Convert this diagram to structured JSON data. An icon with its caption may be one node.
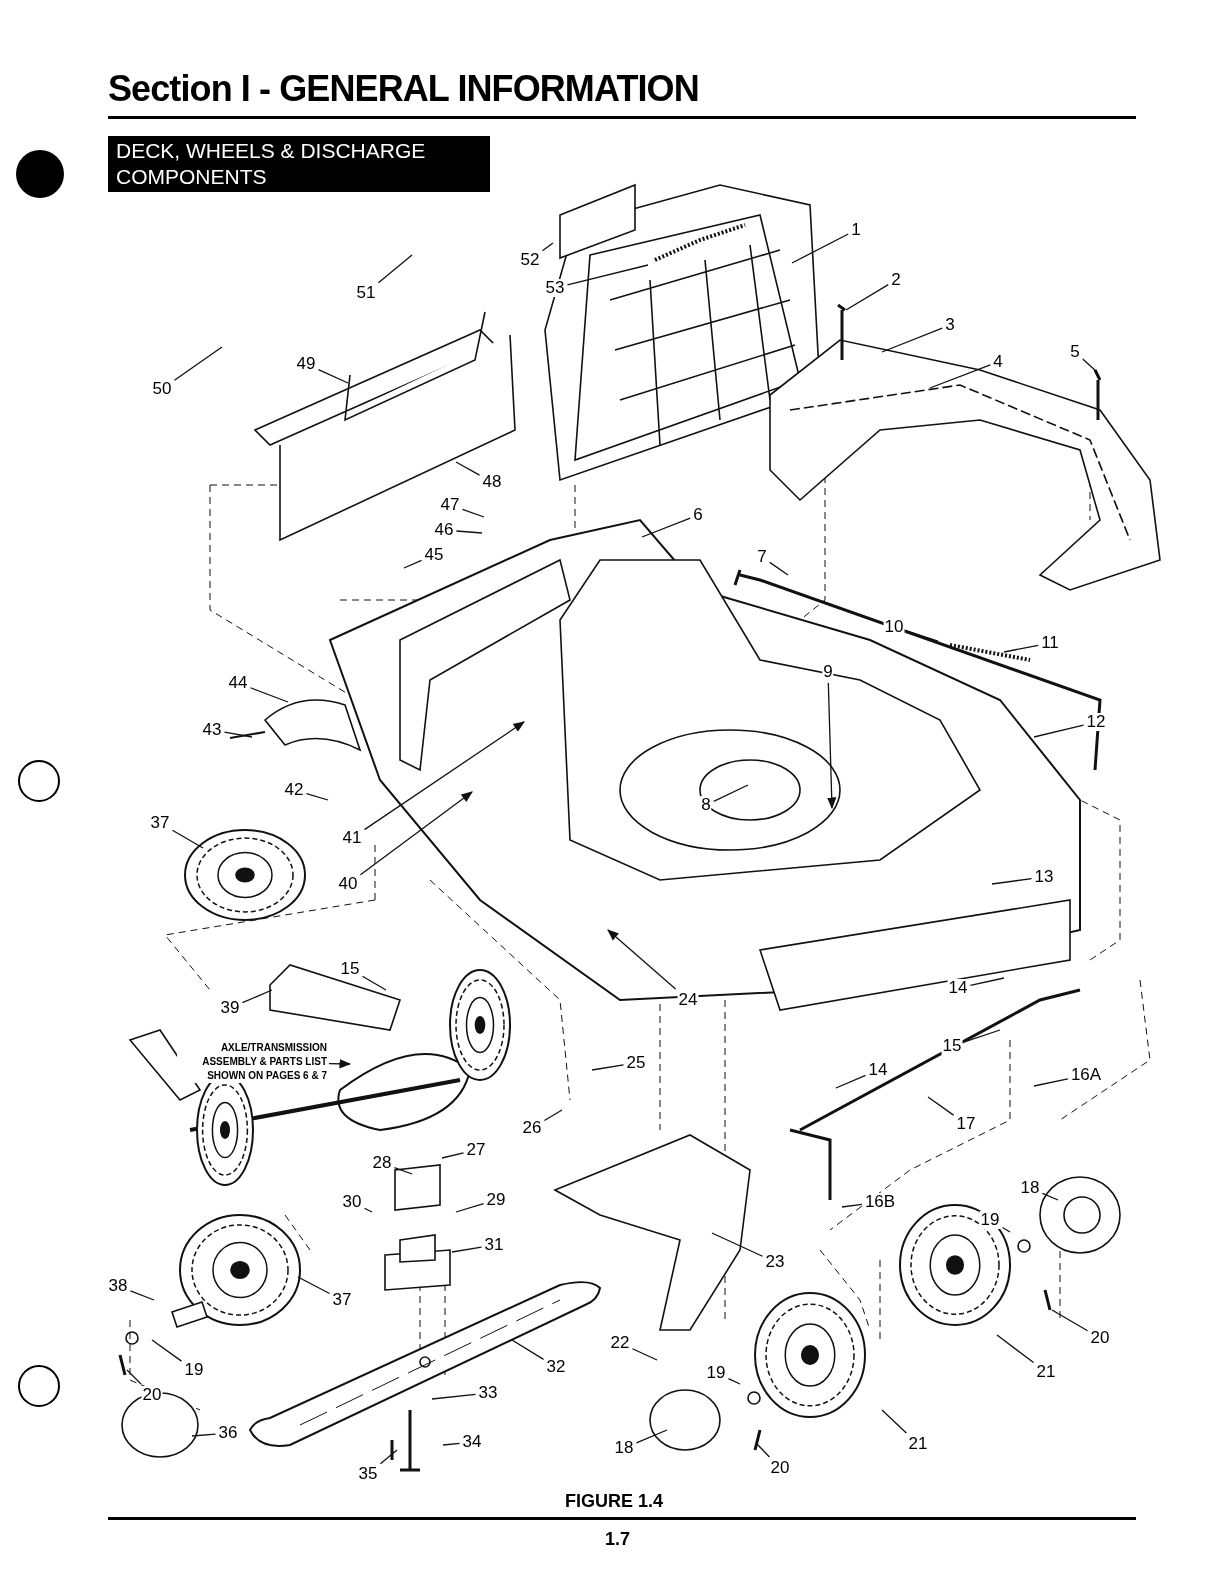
{
  "diagram": {
    "title": "Section I - GENERAL INFORMATION",
    "caption": "FIGURE 1.4",
    "nodes": [
      {
        "text": [
          "1"
        ]
      },
      {
        "text": [
          "52"
        ]
      },
      {
        "text": [
          "53"
        ]
      },
      {
        "text": [
          "51"
        ]
      },
      {
        "text": [
          "2"
        ]
      },
      {
        "text": [
          "3"
        ]
      },
      {
        "text": [
          "5"
        ]
      },
      {
        "text": [
          "4"
        ]
      },
      {
        "text": [
          "50"
        ]
      },
      {
        "text": [
          "49"
        ]
      },
      {
        "text": [
          "48"
        ]
      },
      {
        "text": [
          "47"
        ]
      },
      {
        "text": [
          "6"
        ]
      },
      {
        "text": [
          "46"
        ]
      },
      {
        "text": [
          "45"
        ]
      },
      {
        "text": [
          "7"
        ]
      },
      {
        "text": [
          "10"
        ]
      },
      {
        "text": [
          "11"
        ]
      },
      {
        "text": [
          "9"
        ]
      },
      {
        "text": [
          "44"
        ]
      },
      {
        "text": [
          "43"
        ]
      },
      {
        "text": [
          "12"
        ]
      },
      {
        "text": [
          "42"
        ]
      },
      {
        "text": [
          "8"
        ]
      },
      {
        "text": [
          "37"
        ]
      },
      {
        "text": [
          "41"
        ]
      },
      {
        "text": [
          "40"
        ]
      },
      {
        "text": [
          "13"
        ]
      },
      {
        "text": [
          "15"
        ]
      },
      {
        "text": [
          "24"
        ]
      },
      {
        "text": [
          "39"
        ]
      },
      {
        "text": [
          "14"
        ]
      },
      {
        "text": [
          "15"
        ]
      },
      {
        "text": [
          "AXLE/TRANSMISSION ASSEMBLY & PARTS LIST SHOWN ON PAGES 6 & 7"
        ]
      },
      {
        "text": [
          "25"
        ]
      },
      {
        "text": [
          "14"
        ]
      },
      {
        "text": [
          "16A"
        ]
      },
      {
        "text": [
          "26"
        ]
      },
      {
        "text": [
          "17"
        ]
      },
      {
        "text": [
          "27"
        ]
      },
      {
        "text": [
          "28"
        ]
      },
      {
        "text": [
          "29"
        ]
      },
      {
        "text": [
          "30"
        ]
      },
      {
        "text": [
          "18"
        ]
      },
      {
        "text": [
          "16B"
        ]
      },
      {
        "text": [
          "31"
        ]
      },
      {
        "text": [
          "19"
        ]
      },
      {
        "text": [
          "23"
        ]
      },
      {
        "text": [
          "37"
        ]
      },
      {
        "text": [
          "38"
        ]
      },
      {
        "text": [
          "20"
        ]
      },
      {
        "text": [
          "21"
        ]
      },
      {
        "text": [
          "32"
        ]
      },
      {
        "text": [
          "22"
        ]
      },
      {
        "text": [
          "19"
        ]
      },
      {
        "text": [
          "19"
        ]
      },
      {
        "text": [
          "20"
        ]
      },
      {
        "text": [
          "33"
        ]
      },
      {
        "text": [
          "36"
        ]
      },
      {
        "text": [
          "34"
        ]
      },
      {
        "text": [
          "18"
        ]
      },
      {
        "text": [
          "21"
        ]
      },
      {
        "text": [
          "35"
        ]
      },
      {
        "text": [
          "20"
        ]
      }
    ],
    "edges": [
      {
        "from": 0,
        "to": null,
        "arrow": "none"
      },
      {
        "from": 1,
        "to": null,
        "arrow": "none"
      },
      {
        "from": 2,
        "to": null,
        "arrow": "none"
      },
      {
        "from": 3,
        "to": null,
        "arrow": "none"
      },
      {
        "from": 4,
        "to": null,
        "arrow": "none"
      },
      {
        "from": 5,
        "to": null,
        "arrow": "none"
      },
      {
        "from": 6,
        "to": null,
        "arrow": "none"
      },
      {
        "from": 7,
        "to": null,
        "arrow": "none"
      },
      {
        "from": 8,
        "to": null,
        "arrow": "none"
      },
      {
        "from": 9,
        "to": null,
        "arrow": "none"
      },
      {
        "from": 10,
        "to": null,
        "arrow": "none"
      },
      {
        "from": 11,
        "to": null,
        "arrow": "none"
      },
      {
        "from": 12,
        "to": null,
        "arrow": "none"
      },
      {
        "from": 13,
        "to": null,
        "arrow": "none"
      },
      {
        "from": 14,
        "to": null,
        "arrow": "none"
      },
      {
        "from": 15,
        "to": null,
        "arrow": "none"
      },
      {
        "from": 16,
        "to": null,
        "arrow": "none"
      },
      {
        "from": 17,
        "to": null,
        "arrow": "none"
      },
      {
        "from": 18,
        "to": null,
        "arrow": "to"
      },
      {
        "from": 19,
        "to": null,
        "arrow": "none"
      },
      {
        "from": 20,
        "to": null,
        "arrow": "none"
      },
      {
        "from": 21,
        "to": null,
        "arrow": "none"
      },
      {
        "from": 22,
        "to": null,
        "arrow": "none"
      },
      {
        "from": 23,
        "to": null,
        "arrow": "none"
      },
      {
        "from": 24,
        "to": null,
        "arrow": "none"
      },
      {
        "from": 25,
        "to": null,
        "arrow": "to"
      },
      {
        "from": 26,
        "to": null,
        "arrow": "to"
      },
      {
        "from": 27,
        "to": null,
        "arrow": "none"
      },
      {
        "from": 28,
        "to": null,
        "arrow": "none"
      },
      {
        "from": 29,
        "to": null,
        "arrow": "to"
      },
      {
        "from": 30,
        "to": null,
        "arrow": "none"
      },
      {
        "from": 31,
        "to": null,
        "arrow": "none"
      },
      {
        "from": 32,
        "to": null,
        "arrow": "none"
      },
      {
        "from": 33,
        "to": null,
        "arrow": "to"
      },
      {
        "from": 34,
        "to": null,
        "arrow": "none"
      },
      {
        "from": 35,
        "to": null,
        "arrow": "none"
      },
      {
        "from": 36,
        "to": null,
        "arrow": "none"
      },
      {
        "from": 37,
        "to": null,
        "arrow": "none"
      },
      {
        "from": 38,
        "to": null,
        "arrow": "none"
      },
      {
        "from": 39,
        "to": null,
        "arrow": "none"
      },
      {
        "from": 40,
        "to": null,
        "arrow": "none"
      },
      {
        "from": 41,
        "to": null,
        "arrow": "none"
      },
      {
        "from": 42,
        "to": null,
        "arrow": "none"
      },
      {
        "from": 43,
        "to": null,
        "arrow": "none"
      },
      {
        "from": 44,
        "to": null,
        "arrow": "none"
      },
      {
        "from": 45,
        "to": null,
        "arrow": "none"
      },
      {
        "from": 46,
        "to": null,
        "arrow": "none"
      },
      {
        "from": 47,
        "to": null,
        "arrow": "none"
      },
      {
        "from": 48,
        "to": null,
        "arrow": "none"
      },
      {
        "from": 49,
        "to": null,
        "arrow": "none"
      },
      {
        "from": 50,
        "to": null,
        "arrow": "none"
      },
      {
        "from": 51,
        "to": null,
        "arrow": "none"
      },
      {
        "from": 52,
        "to": null,
        "arrow": "none"
      },
      {
        "from": 53,
        "to": null,
        "arrow": "none"
      },
      {
        "from": 54,
        "to": null,
        "arrow": "none"
      },
      {
        "from": 55,
        "to": null,
        "arrow": "none"
      },
      {
        "from": 56,
        "to": null,
        "arrow": "none"
      },
      {
        "from": 57,
        "to": null,
        "arrow": "none"
      },
      {
        "from": 58,
        "to": null,
        "arrow": "none"
      },
      {
        "from": 59,
        "to": null,
        "arrow": "none"
      },
      {
        "from": 60,
        "to": null,
        "arrow": "none"
      },
      {
        "from": 61,
        "to": null,
        "arrow": "none"
      },
      {
        "from": 62,
        "to": null,
        "arrow": "none"
      },
      {
        "from": 63,
        "to": null,
        "arrow": "none"
      }
    ],
    "labels": [
      "DECK, WHEELS & DISCHARGE COMPONENTS",
      "1.7"
    ]
  }
}
